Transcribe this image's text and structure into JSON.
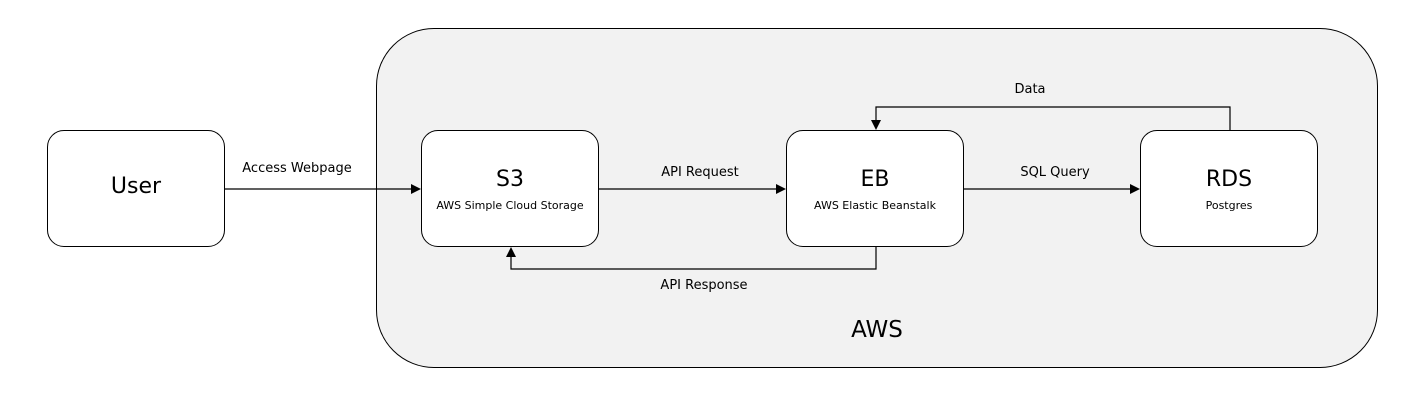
{
  "container": {
    "label": "AWS"
  },
  "nodes": {
    "user": {
      "title": "User"
    },
    "s3": {
      "title": "S3",
      "subtitle": "AWS Simple Cloud Storage"
    },
    "eb": {
      "title": "EB",
      "subtitle": "AWS Elastic Beanstalk"
    },
    "rds": {
      "title": "RDS",
      "subtitle": "Postgres"
    }
  },
  "edges": {
    "access_webpage": "Access Webpage",
    "api_request": "API Request",
    "sql_query": "SQL Query",
    "data": "Data",
    "api_response": "API Response"
  }
}
